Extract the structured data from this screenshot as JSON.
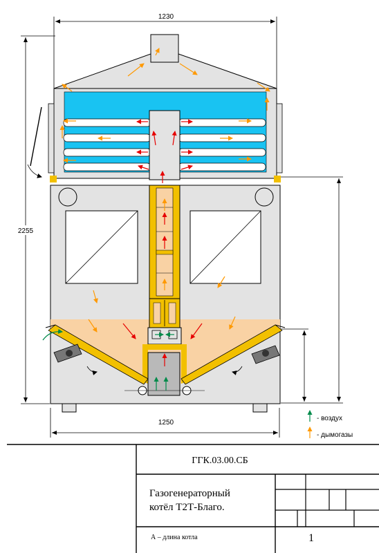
{
  "dimensions": {
    "top_width": "1230",
    "height": "2255",
    "bottom_width": "1250"
  },
  "legend": {
    "air": "- воздух",
    "flue_gas": "- дымогазы"
  },
  "title_block": {
    "code": "ГГК.03.00.СБ",
    "title_line1": "Газогенераторный",
    "title_line2": "котёл Т2Т-Благо.",
    "note": "А – длина котла",
    "sheet": "1"
  },
  "colors": {
    "water_jacket": "#19c3f2",
    "casing": "#e3e3e3",
    "flue_channel": "#f2c000",
    "fuel_bed": "#f9d2a4",
    "flue_arrow": "#ff9900",
    "hot_arrow": "#e60000",
    "air_arrow": "#008a4a",
    "grate": "#777777"
  }
}
